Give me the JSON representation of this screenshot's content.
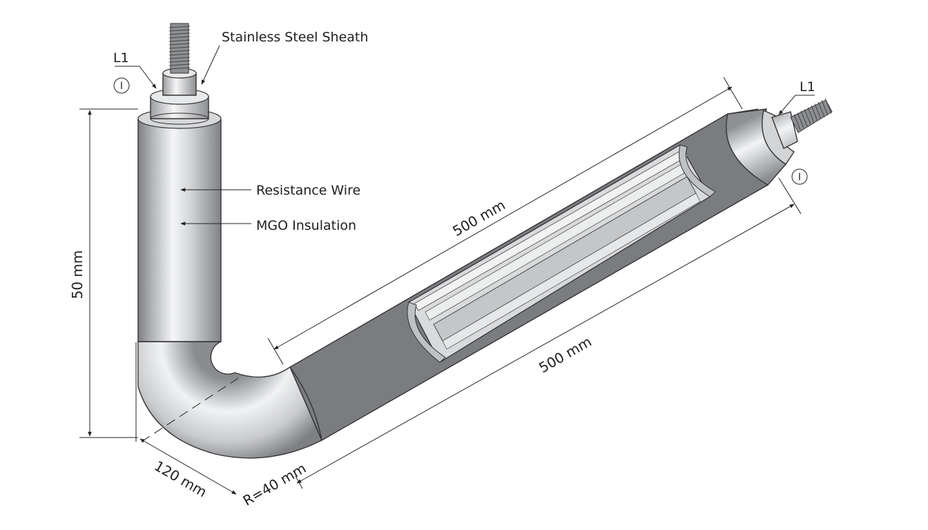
{
  "labels": {
    "sheath": "Stainless Steel Sheath",
    "wire": "Resistance Wire",
    "insulation": "MGO Insulation",
    "terminal_left": "L1",
    "terminal_right": "L1",
    "marker_left": "I",
    "marker_right": "I"
  },
  "dimensions": {
    "vertical": "50 mm",
    "length_top": "500 mm",
    "length_bottom": "500 mm",
    "base": "120 mm",
    "radius": "R=40 mm"
  },
  "colors": {
    "metal_dark": "#7d7f82",
    "metal_light": "#f4f5f6",
    "line": "#222222",
    "background": "#ffffff"
  }
}
